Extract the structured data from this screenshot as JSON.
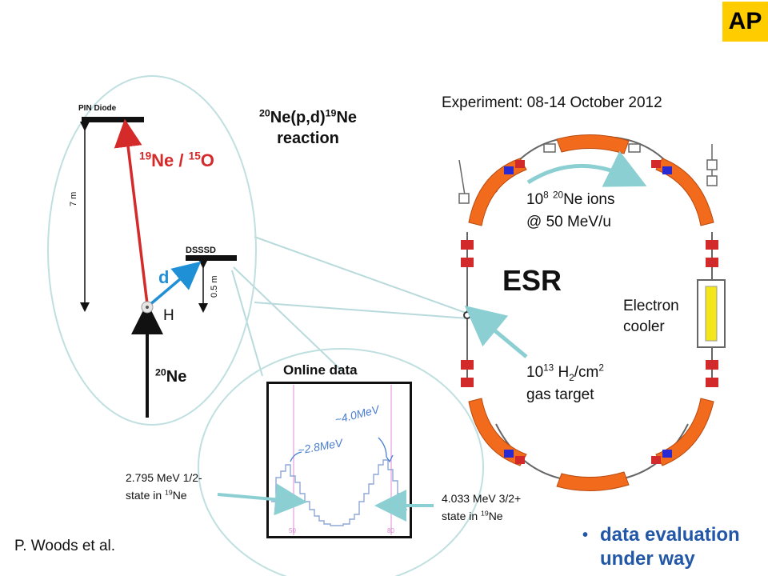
{
  "badge": {
    "label": "AP"
  },
  "experiment": {
    "date_label": "Experiment: 08-14 October 2012"
  },
  "reaction": {
    "title_sup1": "20",
    "title_mid": "Ne(p,d)",
    "title_sup2": "19",
    "title_end": "Ne",
    "title_line2": "reaction"
  },
  "detector_diagram": {
    "pin_diode_label": "PIN Diode",
    "ne_o_label_sup1": "19",
    "ne_o_label_mid": "Ne / ",
    "ne_o_label_sup2": "15",
    "ne_o_label_end": "O",
    "distance_7m": "7 m",
    "dsssd_label": "DSSSD",
    "distance_05m": "0.5 m",
    "d_label": "d",
    "h_label": "H",
    "beam_label_sup": "20",
    "beam_label_end": "Ne"
  },
  "ring": {
    "esr_label": "ESR",
    "ions_line1_a": "10",
    "ions_line1_sup1": "8",
    "ions_line1_sup2": "20",
    "ions_line1_b": "Ne ions",
    "ions_line2": "@ 50 MeV/u",
    "cooler_line1": "Electron",
    "cooler_line2": "cooler",
    "target_a": "10",
    "target_sup": "13",
    "target_b": " H",
    "target_sub": "2",
    "target_c": "/cm",
    "target_sup2": "2",
    "target_line2": "gas target"
  },
  "online_data": {
    "title": "Online data",
    "annot_high": "~4.0MeV",
    "annot_low": "~2.8MeV",
    "tick_left": "50",
    "tick_right": "80"
  },
  "states": {
    "left_line1": "2.795 MeV 1/2-",
    "left_line2_a": "state in ",
    "left_line2_sup": "19",
    "left_line2_b": "Ne",
    "right_line1": "4.033 MeV 3/2+",
    "right_line2_a": "state in ",
    "right_line2_sup": "19",
    "right_line2_b": "Ne"
  },
  "author": {
    "label": "P. Woods et al."
  },
  "bullet": {
    "line1": "data evaluation",
    "line2": "under way"
  },
  "colors": {
    "accent": "#ffcc00",
    "red_arrow": "#d42a2a",
    "blue_arrow": "#1f8fd6",
    "magnet": "#f26a1b",
    "bullet": "#2257a8",
    "connector": "#a9d3d6"
  }
}
